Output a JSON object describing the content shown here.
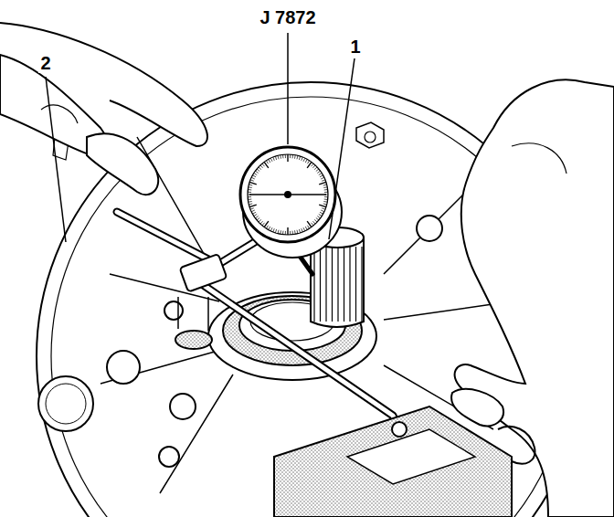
{
  "diagram": {
    "labels": [
      "J 7872",
      "2",
      "1"
    ]
  }
}
